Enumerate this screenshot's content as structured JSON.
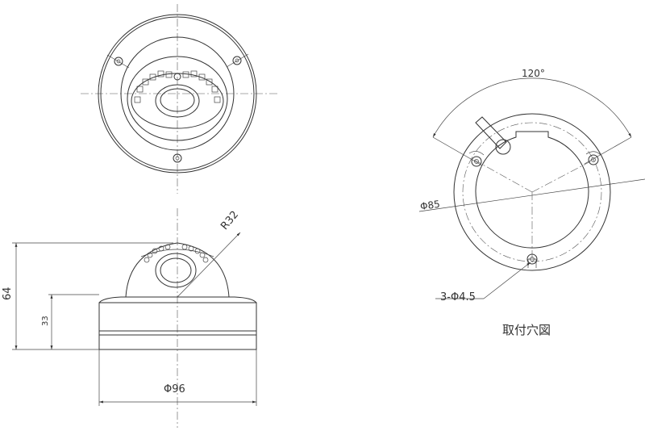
{
  "dimensions": {
    "radius": "R32",
    "height_total": "64",
    "height_lower": "33",
    "width": "Φ96",
    "angle": "120°",
    "bolt_circle": "Φ85",
    "holes": "3-Φ4.5"
  },
  "caption": "取付穴図"
}
